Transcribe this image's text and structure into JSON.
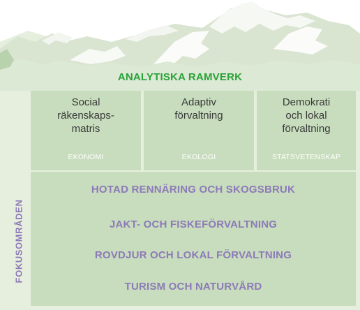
{
  "framework_title": "ANALYTISKA RAMVERK",
  "columns": [
    {
      "title": "Social\nräkenskaps-\nmatris",
      "discipline": "EKONOMI"
    },
    {
      "title": "Adaptiv\nförvaltning",
      "discipline": "EKOLOGI"
    },
    {
      "title": "Demokrati\noch lokal\nförvaltning",
      "discipline": "STATSVETENSKAP"
    }
  ],
  "focus_label": "FOKUSOMRÅDEN",
  "focus_areas": [
    "HOTAD RENNÄRING OCH SKOGSBRUK",
    "JAKT- OCH FISKEFÖRVALTNING",
    "ROVDJUR OCH LOKAL FÖRVALTNING",
    "TURISM OCH NATURVÅRD"
  ],
  "colors": {
    "panel": "#c7ddbd",
    "title_green": "#2aa23a",
    "focus_purple": "#8d7ab8",
    "mountain_bg": "#e6efde"
  }
}
